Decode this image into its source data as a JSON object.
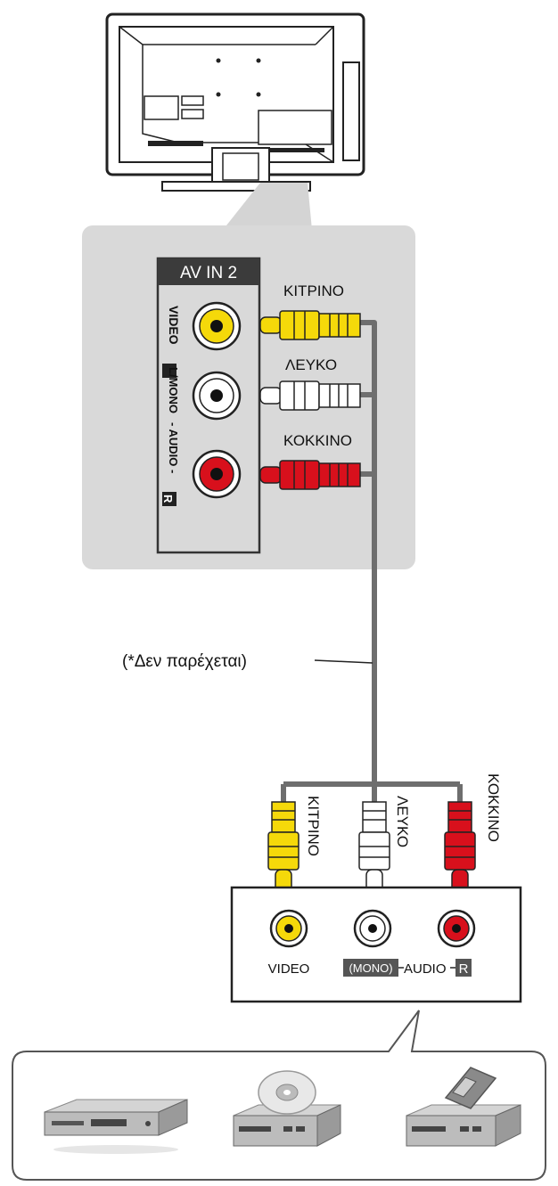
{
  "panel": {
    "title": "AV IN 2",
    "video_label": "VIDEO",
    "lmono_label": "L/MONO",
    "audio_label": "- AUDIO -",
    "r_label": "R"
  },
  "cable_colors": {
    "yellow": "ΚΙΤΡΙΝΟ",
    "white": "ΛΕΥΚΟ",
    "red": "ΚΟΚΚΙΝΟ"
  },
  "note": "(*Δεν παρέχεται)",
  "device_panel": {
    "video_label": "VIDEO",
    "mono_label": "(MONO)",
    "audio_label": "AUDIO",
    "r_label": "R"
  },
  "colors": {
    "yellow": "#f5d90a",
    "white": "#ffffff",
    "red": "#d8101c",
    "gray_panel": "#dcdcdc",
    "cable": "#6e6e6e"
  },
  "icons": [
    "tv-back-icon",
    "dvd-player-icon",
    "disc-player-icon",
    "vcr-icon"
  ]
}
